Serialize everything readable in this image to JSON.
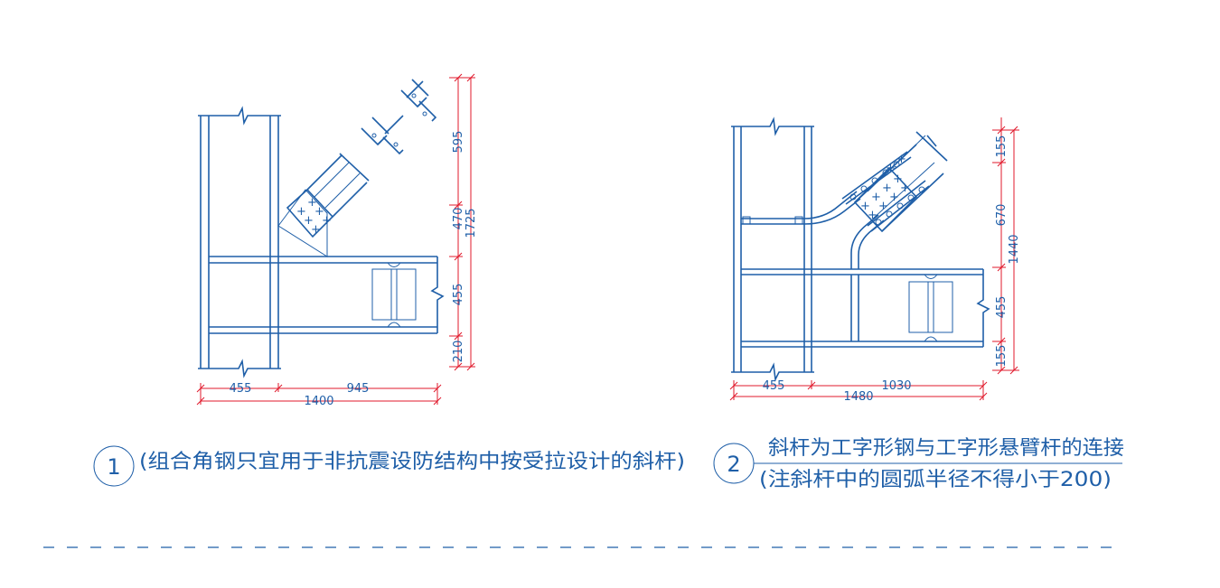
{
  "detail1": {
    "number": "1",
    "caption": "(组合角钢只宜用于非抗震设防结构中按受拉设计的斜杆)",
    "dims": {
      "v595": "595",
      "v470": "470",
      "v455": "455",
      "v210": "210",
      "v1725": "1725",
      "h455": "455",
      "h945": "945",
      "h1400": "1400"
    }
  },
  "detail2": {
    "number": "2",
    "caption_line1": "斜杆为工字形钢与工字形悬臂杆的连接",
    "caption_line2": "(注斜杆中的圆弧半径不得小于200)",
    "dims": {
      "v155a": "155",
      "v670": "670",
      "v455": "455",
      "v155b": "155",
      "v1440": "1440",
      "h455": "455",
      "h1030": "1030",
      "h1480": "1480"
    }
  },
  "colors": {
    "structure": "#1f5fa8",
    "dimension": "#e0182b"
  }
}
